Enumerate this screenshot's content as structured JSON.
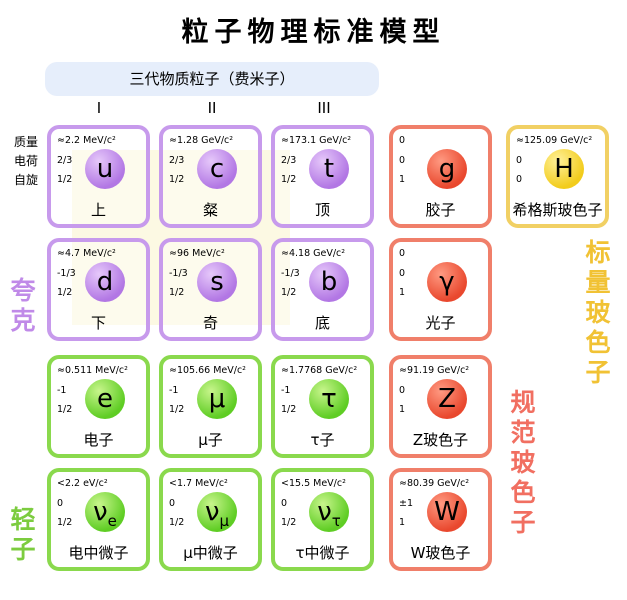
{
  "title": "粒子物理标准模型",
  "banner": "三代物质粒子（费米子）",
  "generations": [
    "I",
    "II",
    "III"
  ],
  "row_labels": [
    "质量",
    "电荷",
    "自旋"
  ],
  "group_labels": {
    "quark": [
      "夸",
      "克"
    ],
    "lepton": [
      "轻",
      "子"
    ],
    "gauge": [
      "规",
      "范",
      "玻",
      "色",
      "子"
    ],
    "scalar": [
      "标",
      "量",
      "玻",
      "色",
      "子"
    ]
  },
  "particles": [
    {
      "type": "quark",
      "color": "purple",
      "symbol": "u",
      "sub": "",
      "name": "上",
      "mass": "≈2.2 MeV/c²",
      "charge": "2/3",
      "spin": "1/2"
    },
    {
      "type": "quark",
      "color": "purple",
      "symbol": "c",
      "sub": "",
      "name": "粲",
      "mass": "≈1.28 GeV/c²",
      "charge": "2/3",
      "spin": "1/2"
    },
    {
      "type": "quark",
      "color": "purple",
      "symbol": "t",
      "sub": "",
      "name": "顶",
      "mass": "≈173.1 GeV/c²",
      "charge": "2/3",
      "spin": "1/2"
    },
    {
      "type": "gauge",
      "color": "red",
      "symbol": "g",
      "sub": "",
      "name": "胶子",
      "mass": "0",
      "charge": "0",
      "spin": "1"
    },
    {
      "type": "scalar",
      "color": "yellow",
      "symbol": "H",
      "sub": "",
      "name": "希格斯玻色子",
      "mass": "≈125.09 GeV/c²",
      "charge": "0",
      "spin": "0"
    },
    {
      "type": "quark",
      "color": "purple",
      "symbol": "d",
      "sub": "",
      "name": "下",
      "mass": "≈4.7 MeV/c²",
      "charge": "-1/3",
      "spin": "1/2"
    },
    {
      "type": "quark",
      "color": "purple",
      "symbol": "s",
      "sub": "",
      "name": "奇",
      "mass": "≈96 MeV/c²",
      "charge": "-1/3",
      "spin": "1/2"
    },
    {
      "type": "quark",
      "color": "purple",
      "symbol": "b",
      "sub": "",
      "name": "底",
      "mass": "≈4.18 GeV/c²",
      "charge": "-1/3",
      "spin": "1/2"
    },
    {
      "type": "gauge",
      "color": "red",
      "symbol": "γ",
      "sub": "",
      "name": "光子",
      "mass": "0",
      "charge": "0",
      "spin": "1"
    },
    {
      "type": "lepton",
      "color": "green",
      "symbol": "e",
      "sub": "",
      "name": "电子",
      "mass": "≈0.511 MeV/c²",
      "charge": "-1",
      "spin": "1/2"
    },
    {
      "type": "lepton",
      "color": "green",
      "symbol": "μ",
      "sub": "",
      "name": "μ子",
      "mass": "≈105.66 MeV/c²",
      "charge": "-1",
      "spin": "1/2"
    },
    {
      "type": "lepton",
      "color": "green",
      "symbol": "τ",
      "sub": "",
      "name": "τ子",
      "mass": "≈1.7768 GeV/c²",
      "charge": "-1",
      "spin": "1/2"
    },
    {
      "type": "gauge",
      "color": "red",
      "symbol": "Z",
      "sub": "",
      "name": "Z玻色子",
      "mass": "≈91.19 GeV/c²",
      "charge": "0",
      "spin": "1"
    },
    {
      "type": "lepton",
      "color": "green",
      "symbol": "ν",
      "sub": "e",
      "name": "电中微子",
      "mass": "<2.2 eV/c²",
      "charge": "0",
      "spin": "1/2"
    },
    {
      "type": "lepton",
      "color": "green",
      "symbol": "ν",
      "sub": "μ",
      "name": "μ中微子",
      "mass": "<1.7 MeV/c²",
      "charge": "0",
      "spin": "1/2"
    },
    {
      "type": "lepton",
      "color": "green",
      "symbol": "ν",
      "sub": "τ",
      "name": "τ中微子",
      "mass": "<15.5 MeV/c²",
      "charge": "0",
      "spin": "1/2"
    },
    {
      "type": "gauge",
      "color": "red",
      "symbol": "W",
      "sub": "",
      "name": "W玻色子",
      "mass": "≈80.39 GeV/c²",
      "charge": "±1",
      "spin": "1"
    }
  ]
}
